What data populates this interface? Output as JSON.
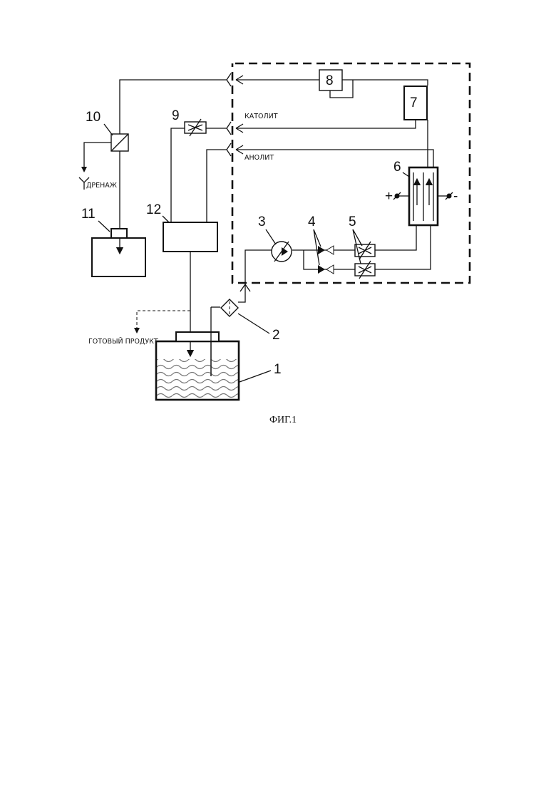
{
  "labels": {
    "n1": "1",
    "n2": "2",
    "n3": "3",
    "n4": "4",
    "n5": "5",
    "n6": "6",
    "n7": "7",
    "n8": "8",
    "n9": "9",
    "n10": "10",
    "n11": "11",
    "n12": "12",
    "katolit": "КАТОЛИТ",
    "anolit": "АНОЛИТ",
    "drenazh": "ДРЕНАЖ",
    "gotovy": "ГОТОВЫЙ ПРОДУКТ",
    "plus": "+",
    "minus": "-"
  },
  "caption": "ФИГ.1"
}
